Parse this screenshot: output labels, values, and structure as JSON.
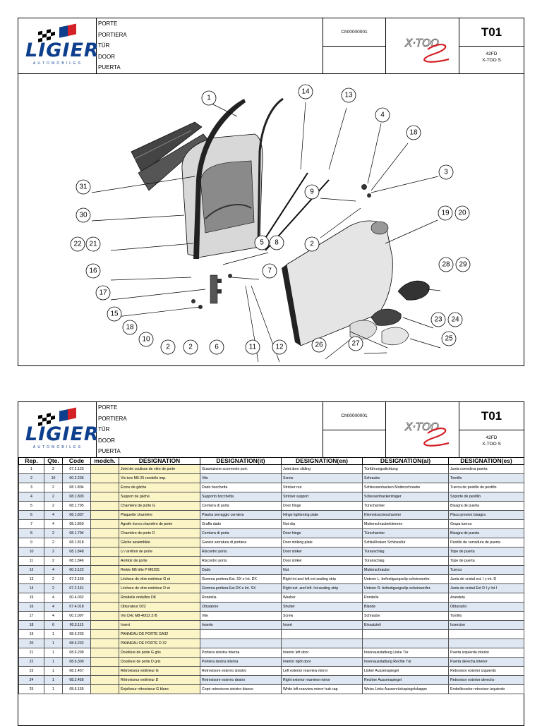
{
  "header": {
    "brand": "LIGIER",
    "brand_sub": "AUTOMOBILES",
    "langs": [
      "PORTE",
      "PORTIERA",
      "TÜR",
      "DOOR",
      "PUERTA"
    ],
    "ch_code": "Ch00000001",
    "model_logo": "X-TOO S",
    "page": "T01",
    "model_code": "42FD",
    "model_name": "X-TOO S",
    "logo_colors": {
      "blue": "#0e3f8c",
      "red": "#d42027"
    }
  },
  "callouts": [
    "1",
    "14",
    "13",
    "4",
    "18",
    "3",
    "31",
    "9",
    "30",
    "2",
    "19",
    "20",
    "22",
    "21",
    "5",
    "8",
    "16",
    "7",
    "28",
    "29",
    "17",
    "15",
    "18",
    "10",
    "2",
    "2",
    "6",
    "11",
    "12",
    "26",
    "27",
    "25",
    "23",
    "24"
  ],
  "table": {
    "headers": [
      "Rep.",
      "Qte.",
      "Code",
      "modch.",
      "DESIGNATION",
      "DESIGNATION(it)",
      "DESIGNATION(en)",
      "DESIGNATION(al)",
      "DESIGNATION(es)"
    ],
    "rows": [
      [
        "1",
        "2",
        "07.2.123",
        "",
        "Joint de coulisse de vitre de porte",
        "Guarnizione scorrevole port.",
        "Joint door sliding",
        "Türführungsdichtung",
        "Junta corredera puerta"
      ],
      [
        "2",
        "10",
        "00.2.236",
        "",
        "Vis torx M6-25 rondelle imp.",
        "Vite",
        "Screw",
        "Schraube",
        "Tornillo"
      ],
      [
        "3",
        "2",
        "08.1.804",
        "",
        "Ecrou de gâche",
        "Dado bocchetta",
        "Stricker nut",
        "Schliessenhacken Mutterschraube",
        "Tuerca de pestillo de pestillo"
      ],
      [
        "4",
        "2",
        "08.1.803",
        "",
        "Support de gâche",
        "Supporto bocchetta",
        "Stricker support",
        "Scliessenhackenträger",
        "Soporte de pestillo"
      ],
      [
        "5",
        "2",
        "08.1.795",
        "",
        "Charnière de porte G",
        "Cerniera di porta",
        "Door hinge",
        "Türscharnier",
        "Bisagra de puerta"
      ],
      [
        "6",
        "4",
        "08.1.837",
        "",
        "Plaquette charnière",
        "Piastra serraggio cerniera",
        "Hinge tightening plate",
        "Klemmisschescharnier",
        "Placa presion bisagra"
      ],
      [
        "7",
        "4",
        "08.1.850",
        "",
        "Agrafe écrou charnière de porte",
        "Graffa dado",
        "Nut clip",
        "Mutterschraubeklemme",
        "Grapa tuerca"
      ],
      [
        "8",
        "2",
        "08.1.794",
        "",
        "Charnière de porte D",
        "Cerniera di porta",
        "Door hinge",
        "Türscharnier",
        "Bisagra de puerta"
      ],
      [
        "9",
        "2",
        "08.1.818",
        "",
        "Gâche assemblée",
        "Gancio serratura di portiera",
        "Door striking plate",
        "Schließhaken Schloss/tür",
        "Pestillo de cerradura de puerta"
      ],
      [
        "10",
        "2",
        "08.1.848",
        "",
        "U / arrêtoir de porte",
        "Riscontro porta",
        "Door striker",
        "Türanschlag",
        "Tope de puerta"
      ],
      [
        "11",
        "2",
        "08.1.846",
        "",
        "Arrêtoir de porte",
        "Riscontro porta",
        "Door striker",
        "Türanschlag",
        "Tope de puerta"
      ],
      [
        "12",
        "4",
        "00.3.122",
        "",
        "Rivkle M6 tête P M6255",
        "Dado",
        "Nut",
        "Mutterschraube",
        "Tuerca"
      ],
      [
        "13",
        "2",
        "07.2.159",
        "",
        "Lécheur de vitre extérieur G et",
        "Gomma portiera Est. SX e Int. DX",
        "Right int and left ext sealing strip",
        "Unterer L. befestigungsclip scheinwerfer.",
        "Junta de cristal ext. I y int. D"
      ],
      [
        "14",
        "2",
        "07.2.161",
        "",
        "Lécheur de vitre extérieur D et",
        "Gomma portiera Est.DX e Int. SX",
        "Right ext. and left. Int.sealing strip",
        "Unterer R. befestigungsclip scheinwerfer.",
        "Junta de cristal Ext D I y Int I"
      ],
      [
        "15",
        "4",
        "00.4.032",
        "",
        "Rondelle ondulfex D8",
        "Rondella",
        "Washer",
        "Rondelle",
        "Arandela"
      ],
      [
        "16",
        "4",
        "07.4.018",
        "",
        "Obturateur D22",
        "Otturatore",
        "Shutter",
        "Blande",
        "Obturador"
      ],
      [
        "17",
        "4",
        "00.2.097",
        "",
        "Vis CHc M8-40/22 Z-B",
        "Vite",
        "Screw",
        "Schraube",
        "Tornillo"
      ],
      [
        "18",
        "6",
        "00.3.115",
        "",
        "Insert",
        "Inserto",
        "Insert",
        "Einsatzteil",
        "Insercion"
      ],
      [
        "19",
        "1",
        "08.6.233",
        "",
        "PANNEAU DE PORTE GA32",
        "",
        "",
        "",
        ""
      ],
      [
        "20",
        "1",
        "08.6.232",
        "",
        "PANNEAU DE PORTE D  32",
        "",
        "",
        "",
        ""
      ],
      [
        "21",
        "1",
        "08.6.299",
        "",
        "Doublure de porte G gris",
        "Portiera sinistra interna",
        "Interior left door",
        "Innenausstattung Linke Tür",
        "Puerta izquierda interior"
      ],
      [
        "22",
        "1",
        "08.6.300",
        "",
        "Doublure de porte D gris",
        "Portiera destra interna",
        "Interior right door",
        "Innenausstattung Rechte Tür",
        "Puerta derecha interior"
      ],
      [
        "23",
        "1",
        "08.2.457",
        "",
        "Rétroviseur extérieur G",
        "Retrovisore esterno sinistro",
        "Left exterior rearview mirror",
        "Linker Aussenspiegel",
        "Retrovisor exterior izquierdo"
      ],
      [
        "24",
        "1",
        "08.2.456",
        "",
        "Rétroviseur extérieur D",
        "Retrovisore esterno destro",
        "Right exterior rearview mirror",
        "Rechter Aussenspiegel",
        "Retrovisor exterior derecho"
      ],
      [
        "25",
        "1",
        "08.6.155",
        "",
        "Enjoliveur rétroviseur G blanc",
        "Copri retrovisore sinistro bianco",
        "White left rearview mirror hub cap",
        "Weiss Links Aussenrückspiegelskappe",
        "Embellecedor retrovisor izquierdo"
      ]
    ]
  }
}
